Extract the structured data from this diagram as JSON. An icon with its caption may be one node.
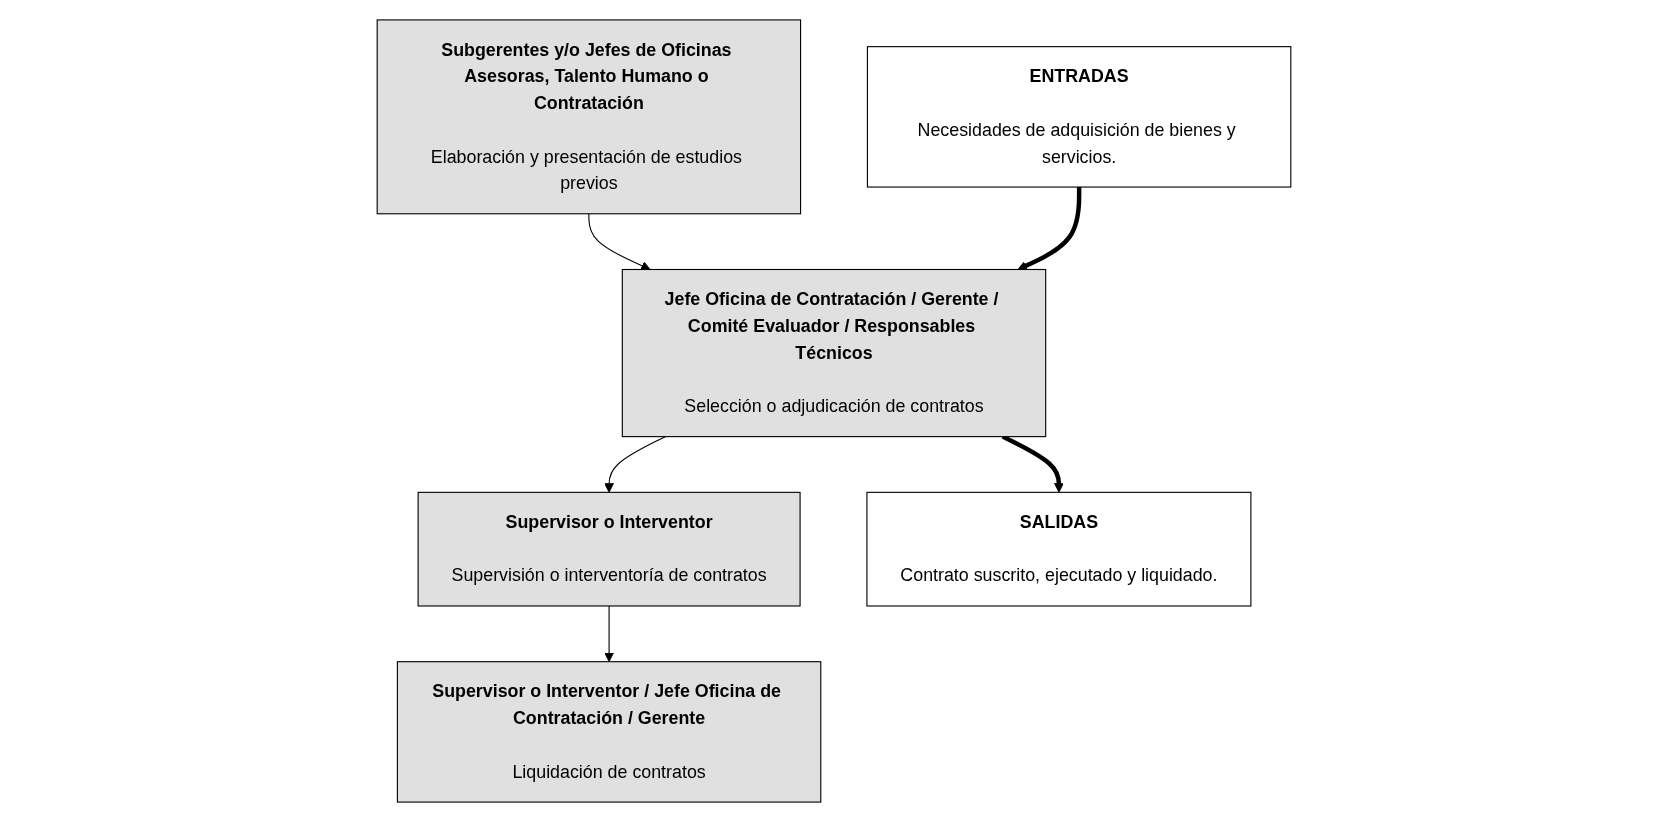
{
  "diagram": {
    "nodes": [
      {
        "text": [
          "ENTRADAS",
          "Necesidades de adquisición de bienes y servicios."
        ]
      },
      {
        "text": [
          "Subgerentes y/o Jefes de Oficinas Asesoras, Talento Humano o Contratación",
          "Elaboración y presentación de estudios previos"
        ]
      },
      {
        "text": [
          "Jefe Oficina de Contratación / Gerente / Comité Evaluador / Responsables Técnicos",
          "Selección o adjudicación de contratos"
        ]
      },
      {
        "text": [
          "Supervisor o Interventor",
          "Supervisión o interventoría de contratos"
        ]
      },
      {
        "text": [
          "Supervisor o Interventor / Jefe Oficina de Contratación / Gerente",
          "Liquidación de contratos"
        ]
      },
      {
        "text": [
          "SALIDAS",
          "Contrato suscrito, ejecutado y liquidado."
        ]
      }
    ],
    "edges": [
      {
        "from": 1,
        "to": 2,
        "arrow": "to"
      },
      {
        "from": 0,
        "to": 2,
        "arrow": "to",
        "style": "thick"
      },
      {
        "from": 2,
        "to": 5,
        "arrow": "to",
        "style": "thick"
      },
      {
        "from": 2,
        "to": 3,
        "arrow": "to"
      },
      {
        "from": 3,
        "to": 4,
        "arrow": "to"
      }
    ]
  }
}
